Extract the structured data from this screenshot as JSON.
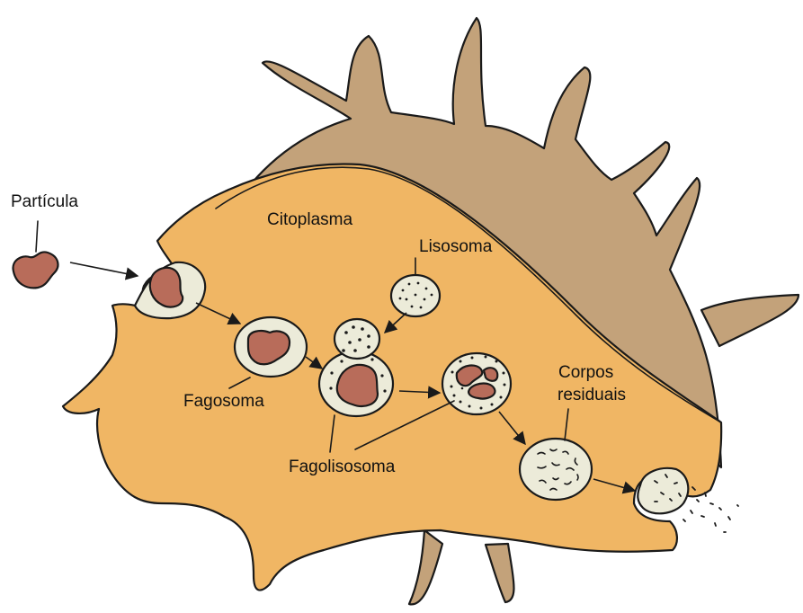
{
  "labels": {
    "particula": "Partícula",
    "citoplasma": "Citoplasma",
    "lisosoma": "Lisosoma",
    "fagosoma": "Fagosoma",
    "fagolisosoma": "Fagolisosoma",
    "corpos_line1": "Corpos",
    "corpos_line2": "residuais"
  },
  "colors": {
    "cytoplasm": "#f0b664",
    "membrane_upper": "#c3a27a",
    "particle": "#b86c5a",
    "vesicle": "#ecebd9",
    "outline": "#1a1a1a"
  }
}
